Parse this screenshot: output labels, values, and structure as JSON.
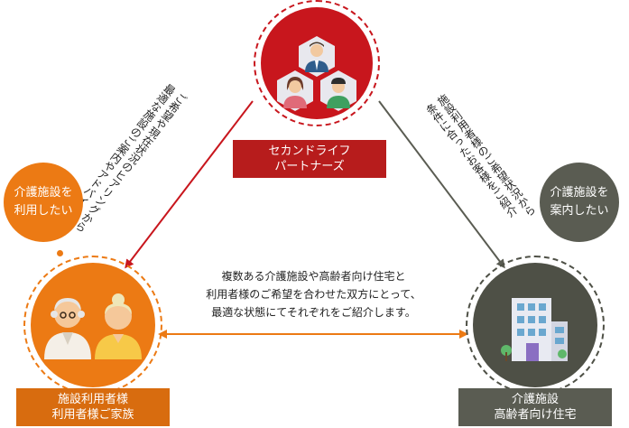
{
  "top_node": {
    "label_lines": [
      "セカンドライフ",
      "パートナーズ"
    ],
    "color": "#c8161d",
    "label_color": "#b71c1c",
    "icon": "people-group-icon"
  },
  "left_node": {
    "label_lines": [
      "施設利用者様",
      "利用者様ご家族"
    ],
    "color": "#ec7a14",
    "label_color": "#d86c0f",
    "icon": "elderly-couple-icon"
  },
  "right_node": {
    "label_lines": [
      "介護施設",
      "高齢者向け住宅"
    ],
    "color": "#4e5046",
    "label_color": "#5a5c52",
    "icon": "building-icon"
  },
  "left_bubble": {
    "lines": [
      "介護施設を",
      "利用したい"
    ],
    "color": "#ec7a14"
  },
  "right_bubble": {
    "lines": [
      "介護施設を",
      "案内したい"
    ],
    "color": "#5a5c52"
  },
  "left_flow_text": {
    "lines": [
      "ご希望や現在状況のヒアリングから",
      "最適な施設のご案内やアドバイス"
    ],
    "arrow_color": "#c8161d"
  },
  "right_flow_text": {
    "lines": [
      "施設利用者様のご希望状況から",
      "条件に合ったお客様をご紹介"
    ],
    "arrow_color": "#5a5c52"
  },
  "bottom_flow_text": {
    "lines": [
      "複数ある介護施設や高齢者向け住宅と",
      "利用者様のご希望を合わせた双方にとって、",
      "最適な状態にてそれぞれをご紹介します。"
    ],
    "arrow_color": "#ec7a14"
  }
}
